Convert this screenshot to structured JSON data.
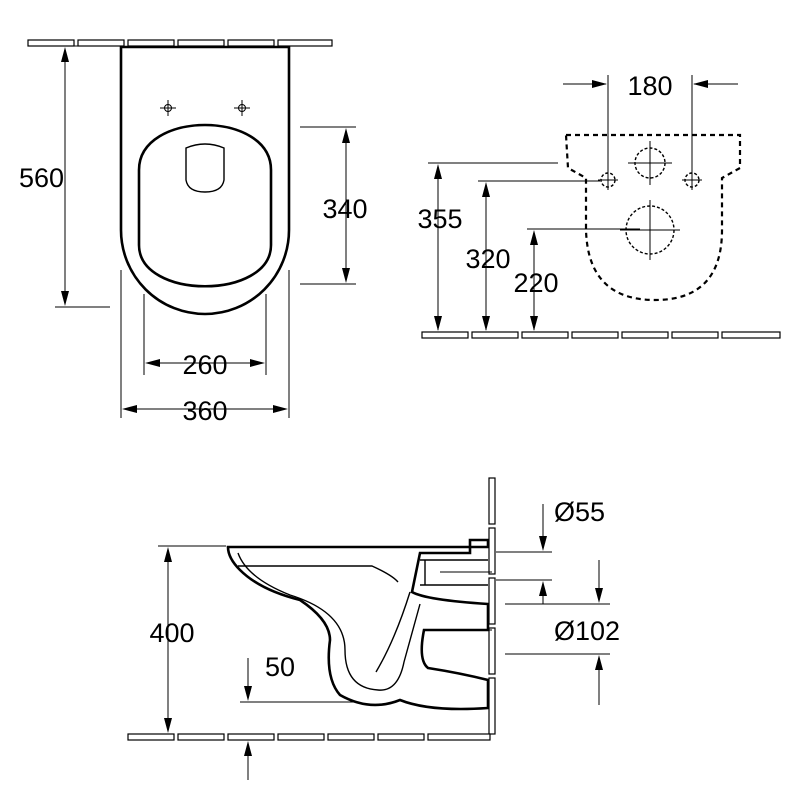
{
  "top_view": {
    "depth_label": "560",
    "bowl_depth_label": "340",
    "inner_width_label": "260",
    "outer_width_label": "360"
  },
  "rear_view": {
    "fixing_spacing_label": "180",
    "fixing_height_label": "355",
    "upper_hole_height_label": "320",
    "outlet_height_label": "220"
  },
  "side_view": {
    "inlet_diameter_label": "Ø55",
    "outlet_diameter_label": "Ø102",
    "seat_height_label": "400",
    "drop_label": "50"
  }
}
